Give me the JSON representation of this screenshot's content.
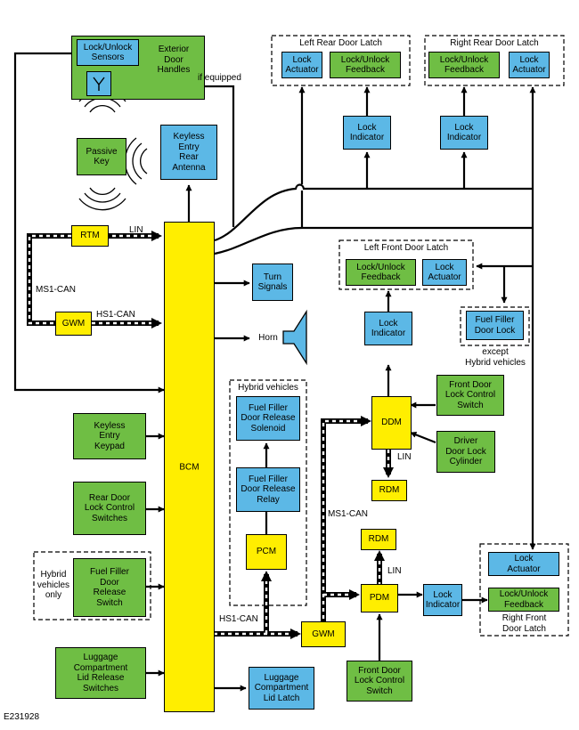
{
  "modules": {
    "bcm": "BCM",
    "rtm": "RTM",
    "gwm_top": "GWM",
    "gwm_bottom": "GWM",
    "ddm": "DDM",
    "pdm": "PDM",
    "rdm_left": "RDM",
    "rdm_right": "RDM",
    "pcm": "PCM"
  },
  "exterior_handles": {
    "sensors": "Lock/Unlock\nSensors",
    "label": "Exterior\nDoor\nHandles",
    "if_equipped": "if equipped"
  },
  "passive_key": "Passive\nKey",
  "keyless_antenna": "Keyless\nEntry\nRear\nAntenna",
  "turn_signals": "Turn\nSignals",
  "horn": "Horn",
  "keyless_keypad": "Keyless\nEntry\nKeypad",
  "rear_door_switches": "Rear Door\nLock Control\nSwitches",
  "fuel_release_switch": "Fuel Filler\nDoor\nRelease\nSwitch",
  "hybrid_only": "Hybrid\nvehicles\nonly",
  "luggage_switches": "Luggage\nCompartment\nLid Release\nSwitches",
  "luggage_latch": "Luggage\nCompartment\nLid Latch",
  "hybrid_group": {
    "title": "Hybrid vehicles",
    "solenoid": "Fuel Filler\nDoor Release\nSolenoid",
    "relay": "Fuel Filler\nDoor Release\nRelay"
  },
  "left_rear_latch": {
    "title": "Left Rear Door Latch",
    "actuator": "Lock\nActuator",
    "feedback": "Lock/Unlock\nFeedback"
  },
  "right_rear_latch": {
    "title": "Right Rear Door Latch",
    "feedback": "Lock/Unlock\nFeedback",
    "actuator": "Lock\nActuator"
  },
  "left_front_latch": {
    "title": "Left Front Door Latch",
    "feedback": "Lock/Unlock\nFeedback",
    "actuator": "Lock\nActuator"
  },
  "right_front_latch": {
    "title": "Right Front\nDoor Latch",
    "actuator": "Lock\nActuator",
    "feedback": "Lock/Unlock\nFeedback"
  },
  "lock_indicator": "Lock\nIndicator",
  "fuel_door_lock": "Fuel Filler\nDoor Lock",
  "except_hybrid": "except\nHybrid vehicles",
  "front_switch_top": "Front Door\nLock Control\nSwitch",
  "driver_cylinder": "Driver\nDoor Lock\nCylinder",
  "front_switch_bottom": "Front Door\nLock Control\nSwitch",
  "bus_labels": {
    "lin_rtm": "LIN",
    "ms1_left": "MS1-CAN",
    "hs1_top": "HS1-CAN",
    "ms1_right": "MS1-CAN",
    "hs1_bottom": "HS1-CAN",
    "lin_ddm": "LIN",
    "lin_pdm": "LIN"
  },
  "figure_id": "E231928"
}
